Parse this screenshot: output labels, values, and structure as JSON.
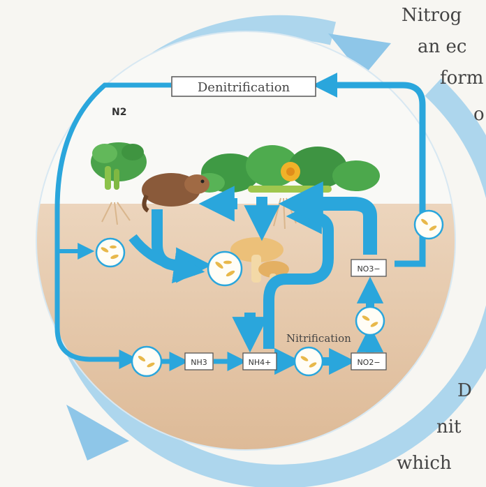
{
  "labels": {
    "denitrification": "Denitrification",
    "n2": "N2",
    "nitrification": "Nitrification",
    "nh3": "NH3",
    "nh4": "NH4+",
    "no2": "NO2−",
    "no3": "NO3−"
  },
  "side_text": {
    "top_right": [
      "Nitrog",
      "an ec",
      "form",
      "o"
    ],
    "bottom_right": [
      "D",
      "nit",
      "which"
    ]
  },
  "colors": {
    "arrow": "#2aa6dc",
    "outer_cycle": "#a7d3ec",
    "soil": "#e3c6a8",
    "background": "#f7f6f2"
  }
}
